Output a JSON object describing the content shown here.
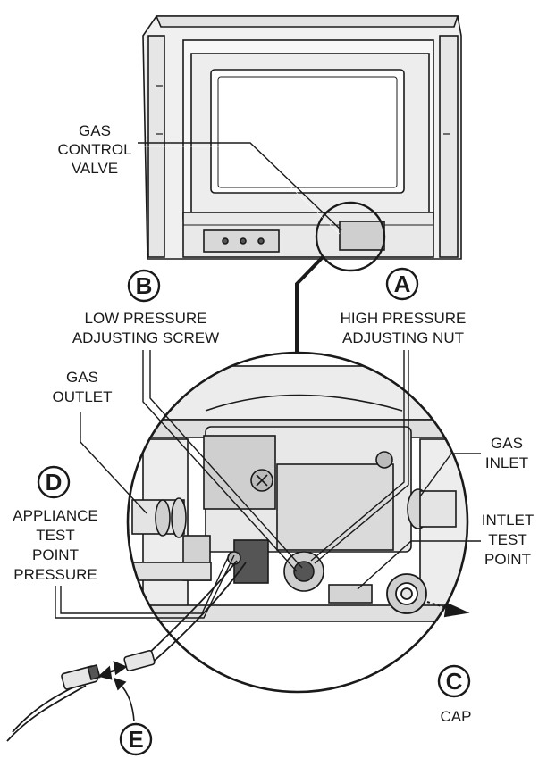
{
  "labels": {
    "gas_control_valve": [
      "GAS",
      "CONTROL",
      "VALVE"
    ],
    "low_pressure_screw": [
      "LOW PRESSURE",
      "ADJUSTING SCREW"
    ],
    "high_pressure_nut": [
      "HIGH PRESSURE",
      "ADJUSTING NUT"
    ],
    "gas_outlet": [
      "GAS",
      "OUTLET"
    ],
    "gas_inlet": [
      "GAS",
      "INLET"
    ],
    "appliance_test_point": [
      "APPLIANCE",
      "TEST",
      "POINT",
      "PRESSURE"
    ],
    "inlet_test_point": [
      "INTLET",
      "TEST",
      "POINT"
    ],
    "cap": "CAP"
  },
  "callouts": {
    "a": "A",
    "b": "B",
    "c": "C",
    "d": "D",
    "e": "E"
  },
  "colors": {
    "line": "#1a1a1a",
    "light_fill": "#f2f2f2",
    "mid_fill": "#cfcfcf",
    "dark_fill": "#555555"
  }
}
